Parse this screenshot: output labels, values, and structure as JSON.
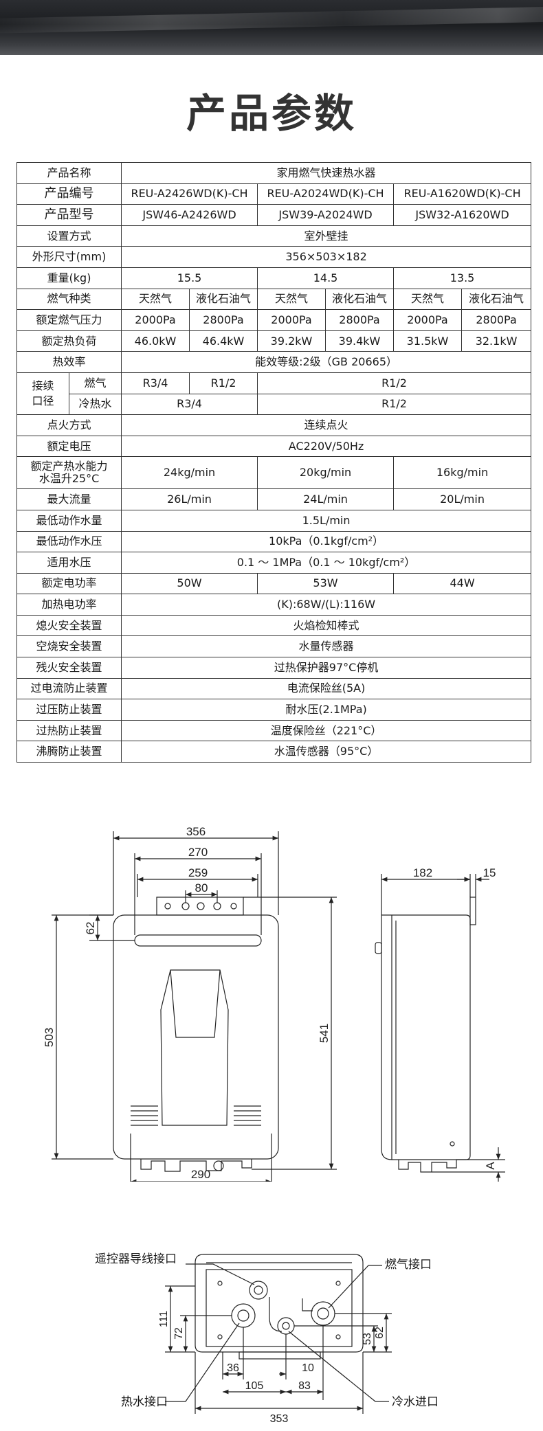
{
  "page_title": "产品参数",
  "rows": [
    {
      "label": "产品名称",
      "cells": [
        {
          "text": "家用燃气快速热水器",
          "span": 6
        }
      ]
    },
    {
      "label": "产品编号",
      "big": true,
      "cells": [
        {
          "text": "REU-A2426WD(K)-CH",
          "span": 2
        },
        {
          "text": "REU-A2024WD(K)-CH",
          "span": 2
        },
        {
          "text": "REU-A1620WD(K)-CH",
          "span": 2
        }
      ]
    },
    {
      "label": "产品型号",
      "big": true,
      "cells": [
        {
          "text": "JSW46-A2426WD",
          "span": 2
        },
        {
          "text": "JSW39-A2024WD",
          "span": 2
        },
        {
          "text": "JSW32-A1620WD",
          "span": 2
        }
      ]
    },
    {
      "label": "设置方式",
      "cells": [
        {
          "text": "室外壁挂",
          "span": 6
        }
      ]
    },
    {
      "label": "外形尺寸(mm)",
      "cells": [
        {
          "text": "356×503×182",
          "span": 6
        }
      ]
    },
    {
      "label": "重量(kg)",
      "cells": [
        {
          "text": "15.5",
          "span": 2
        },
        {
          "text": "14.5",
          "span": 2
        },
        {
          "text": "13.5",
          "span": 2
        }
      ]
    },
    {
      "label": "燃气种类",
      "cells": [
        {
          "text": "天然气"
        },
        {
          "text": "液化石油气"
        },
        {
          "text": "天然气"
        },
        {
          "text": "液化石油气"
        },
        {
          "text": "天然气"
        },
        {
          "text": "液化石油气"
        }
      ]
    },
    {
      "label": "额定燃气压力",
      "cells": [
        {
          "text": "2000Pa"
        },
        {
          "text": "2800Pa"
        },
        {
          "text": "2000Pa"
        },
        {
          "text": "2800Pa"
        },
        {
          "text": "2000Pa"
        },
        {
          "text": "2800Pa"
        }
      ]
    },
    {
      "label": "额定热负荷",
      "cells": [
        {
          "text": "46.0kW"
        },
        {
          "text": "46.4kW"
        },
        {
          "text": "39.2kW"
        },
        {
          "text": "39.4kW"
        },
        {
          "text": "31.5kW"
        },
        {
          "text": "32.1kW"
        }
      ]
    },
    {
      "label": "热效率",
      "cells": [
        {
          "text": "能效等级:2级（GB 20665）",
          "span": 6
        }
      ]
    },
    {
      "label": "点火方式",
      "cells": [
        {
          "text": "连续点火",
          "span": 6
        }
      ]
    },
    {
      "label": "额定电压",
      "cells": [
        {
          "text": "AC220V/50Hz",
          "span": 6
        }
      ]
    },
    {
      "label": "额定产热水能力\n水温升25°C",
      "tall": true,
      "cells": [
        {
          "text": "24kg/min",
          "span": 2
        },
        {
          "text": "20kg/min",
          "span": 2
        },
        {
          "text": "16kg/min",
          "span": 2
        }
      ]
    },
    {
      "label": "最大流量",
      "cells": [
        {
          "text": "26L/min",
          "span": 2
        },
        {
          "text": "24L/min",
          "span": 2
        },
        {
          "text": "20L/min",
          "span": 2
        }
      ]
    },
    {
      "label": "最低动作水量",
      "cells": [
        {
          "text": "1.5L/min",
          "span": 6
        }
      ]
    },
    {
      "label": "最低动作水压",
      "cells": [
        {
          "text": "10kPa（0.1kgf/cm²）",
          "span": 6
        }
      ]
    },
    {
      "label": "适用水压",
      "cells": [
        {
          "text": "0.1 ～ 1MPa（0.1 ～ 10kgf/cm²）",
          "span": 6
        }
      ]
    },
    {
      "label": "额定电功率",
      "cells": [
        {
          "text": "50W",
          "span": 2
        },
        {
          "text": "53W",
          "span": 2
        },
        {
          "text": "44W",
          "span": 2
        }
      ]
    },
    {
      "label": "加热电功率",
      "cells": [
        {
          "text": "(K):68W/(L):116W",
          "span": 6
        }
      ]
    },
    {
      "label": "熄火安全装置",
      "cells": [
        {
          "text": "火焰检知棒式",
          "span": 6
        }
      ]
    },
    {
      "label": "空烧安全装置",
      "cells": [
        {
          "text": "水量传感器",
          "span": 6
        }
      ]
    },
    {
      "label": "残火安全装置",
      "cells": [
        {
          "text": "过热保护器97°C停机",
          "span": 6
        }
      ]
    },
    {
      "label": "过电流防止装置",
      "cells": [
        {
          "text": "电流保险丝(5A)",
          "span": 6
        }
      ]
    },
    {
      "label": "过压防止装置",
      "cells": [
        {
          "text": "耐水压(2.1MPa)",
          "span": 6
        }
      ]
    },
    {
      "label": "过热防止装置",
      "cells": [
        {
          "text": "温度保险丝（221°C）",
          "span": 6
        }
      ]
    },
    {
      "label": "沸腾防止装置",
      "cells": [
        {
          "text": "水温传感器（95°C）",
          "span": 6
        }
      ]
    }
  ],
  "connection": {
    "group_label": "接续\n口径",
    "gas_label": "燃气",
    "water_label": "冷热水",
    "gas_cells": [
      {
        "text": "R3/4"
      },
      {
        "text": "R1/2"
      },
      {
        "text": "R1/2",
        "span": 4
      }
    ],
    "water_cells": [
      {
        "text": "R3/4",
        "span": 2
      },
      {
        "text": "R1/2",
        "span": 4
      }
    ]
  },
  "front_dims": {
    "w356": "356",
    "w270": "270",
    "w259": "259",
    "w80": "80",
    "h62": "62",
    "h503": "503",
    "h541": "541",
    "w290": "290"
  },
  "side_dims": {
    "d182": "182",
    "d15": "15",
    "a": "A"
  },
  "bottom_dims": {
    "h111": "111",
    "h72": "72",
    "w36": "36",
    "w10": "10",
    "w105": "105",
    "w83": "83",
    "w353": "353",
    "h53": "53",
    "h62": "62"
  },
  "bottom_labels": {
    "remote": "遥控器导线接口",
    "gas": "燃气接口",
    "hot": "热水接口",
    "cold": "冷水进口"
  }
}
